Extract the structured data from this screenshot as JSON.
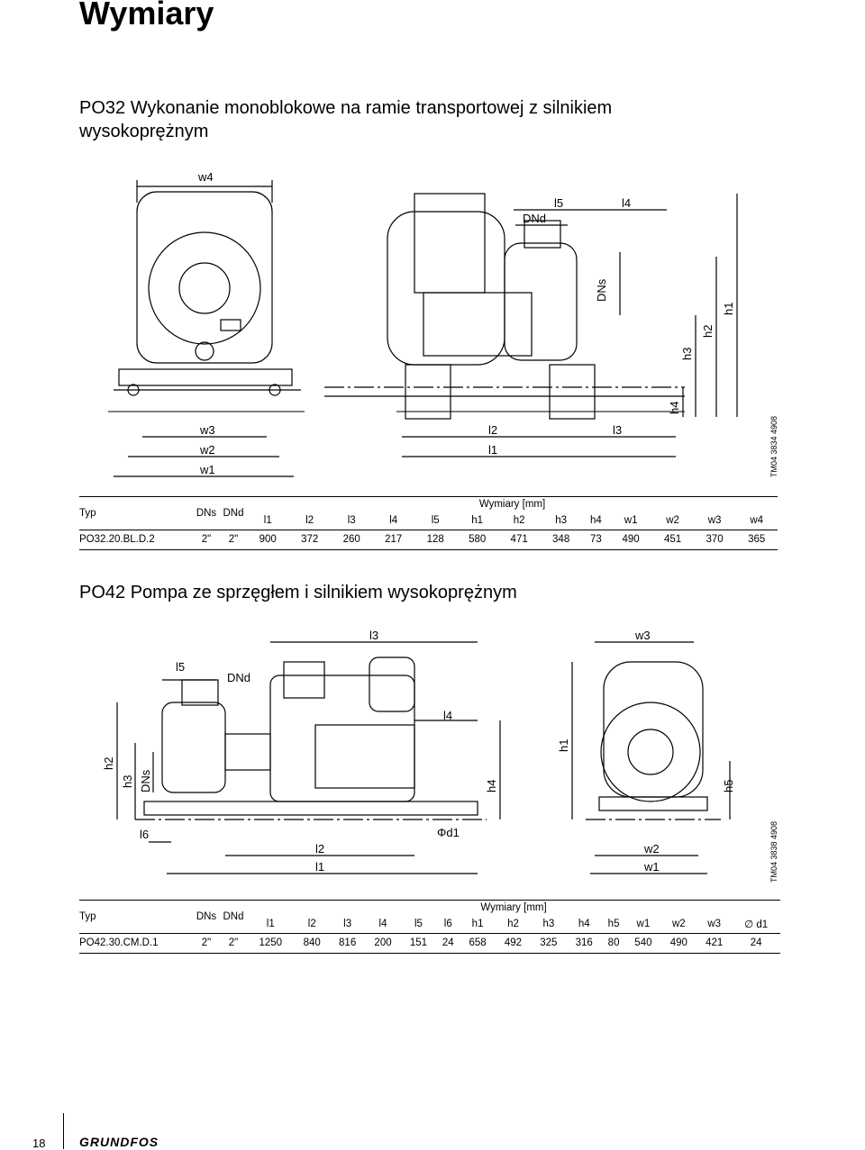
{
  "page": {
    "title": "Wymiary",
    "page_number": "18",
    "brand": "GRUNDFOS"
  },
  "section1": {
    "title_line1": "PO32 Wykonanie monoblokowe na ramie transportowej z silnikiem",
    "title_line2": "wysokoprężnym",
    "drawing_code": "TM04 3834 4908",
    "labels": {
      "w4": "w4",
      "w3": "w3",
      "w2": "w2",
      "w1": "w1",
      "l5": "l5",
      "l4": "l4",
      "l2": "l2",
      "l3": "l3",
      "l1": "l1",
      "dnd": "DNd",
      "dns": "DNs",
      "h1": "h1",
      "h2": "h2",
      "h3": "h3",
      "h4": "h4"
    },
    "table": {
      "col_typ": "Typ",
      "col_dns": "DNs",
      "col_dnd": "DNd",
      "group": "Wymiary [mm]",
      "headers": [
        "l1",
        "l2",
        "l3",
        "l4",
        "l5",
        "h1",
        "h2",
        "h3",
        "h4",
        "w1",
        "w2",
        "w3",
        "w4"
      ],
      "rows": [
        {
          "typ": "PO32.20.BL.D.2",
          "dns": "2\"",
          "dnd": "2\"",
          "values": [
            "900",
            "372",
            "260",
            "217",
            "128",
            "580",
            "471",
            "348",
            "73",
            "490",
            "451",
            "370",
            "365"
          ]
        }
      ]
    }
  },
  "section2": {
    "title": "PO42 Pompa ze sprzęgłem i silnikiem wysokoprężnym",
    "drawing_code": "TM04 3838 4908",
    "labels": {
      "l3": "l3",
      "w3": "w3",
      "l5": "l5",
      "dnd": "DNd",
      "l4": "l4",
      "h1": "h1",
      "h2": "h2",
      "h3": "h3",
      "dns": "DNs",
      "h4": "h4",
      "h5": "h5",
      "l6": "l6",
      "d1": "Φd1",
      "l2": "l2",
      "w2": "w2",
      "l1": "l1",
      "w1": "w1"
    },
    "table": {
      "col_typ": "Typ",
      "col_dns": "DNs",
      "col_dnd": "DNd",
      "group": "Wymiary [mm]",
      "headers": [
        "l1",
        "l2",
        "l3",
        "l4",
        "l5",
        "l6",
        "h1",
        "h2",
        "h3",
        "h4",
        "h5",
        "w1",
        "w2",
        "w3",
        "∅ d1"
      ],
      "rows": [
        {
          "typ": "PO42.30.CM.D.1",
          "dns": "2\"",
          "dnd": "2\"",
          "values": [
            "1250",
            "840",
            "816",
            "200",
            "151",
            "24",
            "658",
            "492",
            "325",
            "316",
            "80",
            "540",
            "490",
            "421",
            "24"
          ]
        }
      ]
    }
  }
}
